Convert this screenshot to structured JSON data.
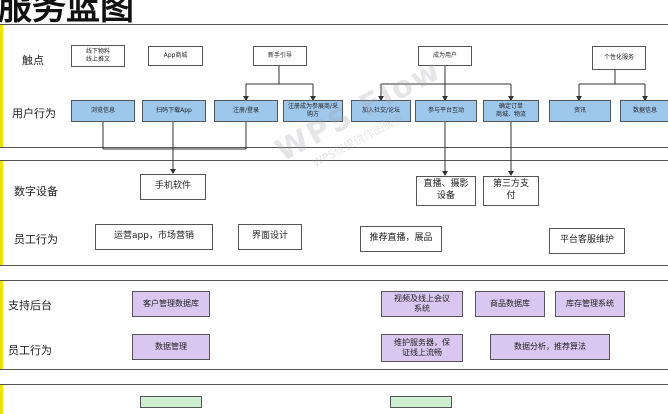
{
  "title": "服务蓝图",
  "sections": {
    "touchpoint": "触点",
    "user_behavior": "用户行为",
    "digital_device": "数字设备",
    "staff_behavior_1": "员工行为",
    "backstage": "支持后台",
    "staff_behavior_2": "员工行为"
  },
  "touchpoints": {
    "offline": "线下物料\n线上推文",
    "app_store": "App商城",
    "onboarding": "新手引导",
    "become_user": "成为用户",
    "personalized": "个性化服务"
  },
  "user_actions": {
    "browse": "浏览信息",
    "scan_download": "扫码下载App",
    "register": "注册/登录",
    "become_member": "注册成为参展商/采购方",
    "join_community": "加入社交/论坛",
    "join_platform": "参与平台互动",
    "confirm_order": "确定订单\n商城、物流",
    "news": "资讯",
    "data_info": "数据信息"
  },
  "devices": {
    "mobile_software": "手机软件",
    "live_photo": "直播、摄影\n设备",
    "third_party_pay": "第三方支\n付"
  },
  "staff_front": {
    "ops_marketing": "运营app，市场营销",
    "ui_design": "界面设计",
    "live_recommend": "推荐直播，展品",
    "cs_maintain": "平台客服维护"
  },
  "backstage": {
    "crm": "客户管理数据库",
    "video_meeting": "视频及线上会议\n系统",
    "product_db": "商品数据库",
    "inventory": "库存管理系统"
  },
  "staff_back": {
    "data_mgmt": "数据管理",
    "server_maint": "维护服务器，保\n证线上流畅",
    "data_analysis": "数据分析，推荐算法"
  },
  "watermark": {
    "main": "WPS Flow",
    "sub": "WPS仅提供作图服务"
  },
  "colors": {
    "touch_box": "#ffffff",
    "user_box": "#9ec7ec",
    "backstage_box": "#d9c7f1",
    "accent": "#f2e200",
    "bottom_box": "#cdeed0"
  }
}
